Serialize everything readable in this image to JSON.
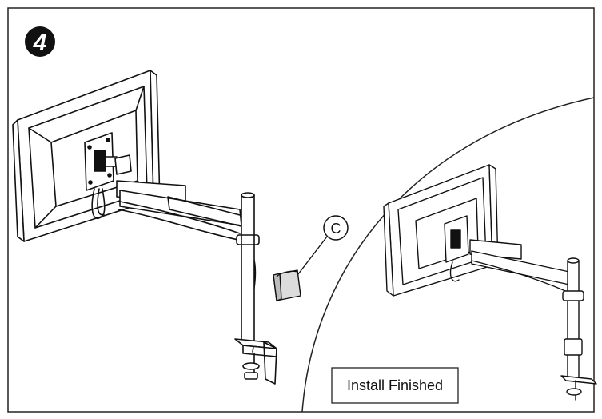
{
  "step": {
    "number": "4"
  },
  "callout": {
    "part_letter": "C"
  },
  "finished": {
    "label": "Install Finished"
  },
  "icons": {
    "step_badge": "step-badge-icon",
    "main_monitor": "monitor-arm-assembly-icon",
    "part": "cable-clip-part-icon",
    "finished_monitor": "finished-monitor-arm-icon"
  },
  "colors": {
    "line": "#111111",
    "background": "#ffffff",
    "part_fill": "#dcdcdc"
  }
}
